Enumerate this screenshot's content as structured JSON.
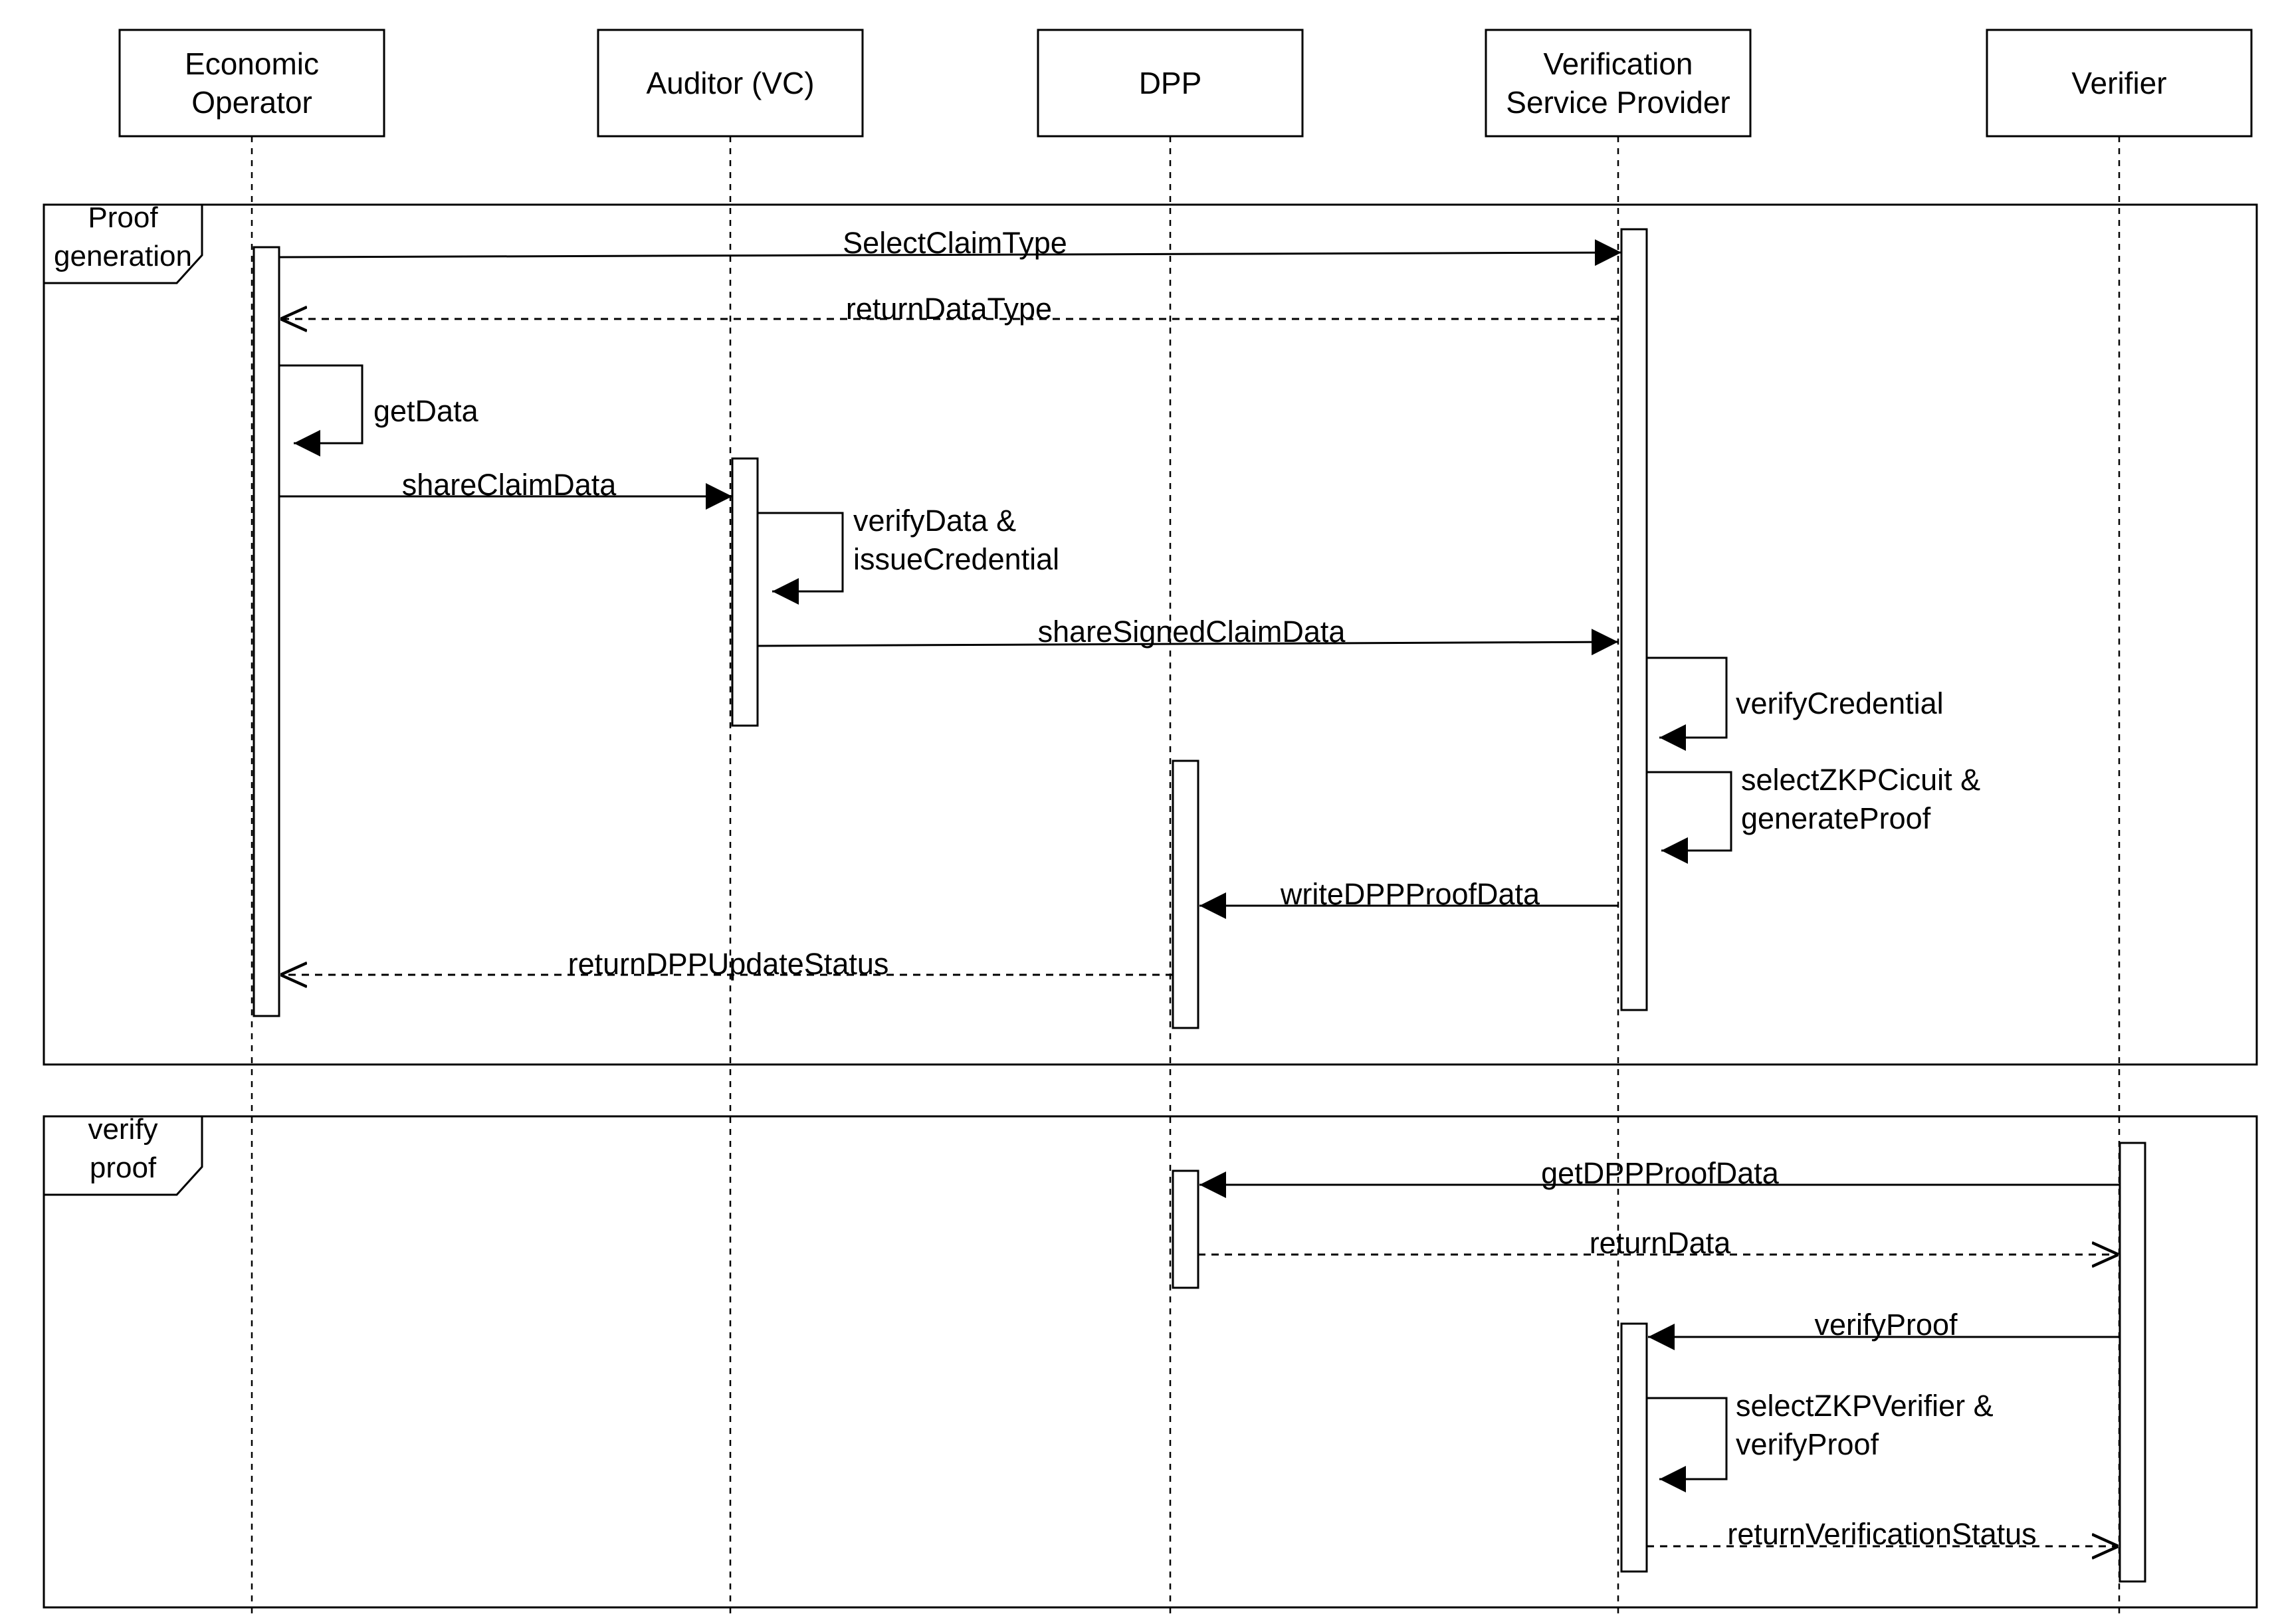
{
  "participants": [
    {
      "id": "eo",
      "label": "Economic\nOperator"
    },
    {
      "id": "auditor",
      "label": "Auditor (VC)"
    },
    {
      "id": "dpp",
      "label": "DPP"
    },
    {
      "id": "vsp",
      "label": "Verification\nService Provider"
    },
    {
      "id": "verifier",
      "label": "Verifier"
    }
  ],
  "frames": [
    {
      "id": "proof-generation",
      "label": "Proof\ngeneration"
    },
    {
      "id": "verify-proof",
      "label": "verify\nproof"
    }
  ],
  "messages": [
    {
      "id": "select-claim-type",
      "label": "SelectClaimType",
      "from": "eo",
      "to": "vsp",
      "kind": "sync"
    },
    {
      "id": "return-data-type",
      "label": "returnDataType",
      "from": "vsp",
      "to": "eo",
      "kind": "return"
    },
    {
      "id": "get-data",
      "label": "getData",
      "from": "eo",
      "to": "eo",
      "kind": "self"
    },
    {
      "id": "share-claim-data",
      "label": "shareClaimData",
      "from": "eo",
      "to": "auditor",
      "kind": "sync"
    },
    {
      "id": "verify-data-issue-credential",
      "label": "verifyData &\nissueCredential",
      "from": "auditor",
      "to": "auditor",
      "kind": "self"
    },
    {
      "id": "share-signed-claim-data",
      "label": "shareSignedClaimData",
      "from": "auditor",
      "to": "vsp",
      "kind": "sync"
    },
    {
      "id": "verify-credential",
      "label": "verifyCredential",
      "from": "vsp",
      "to": "vsp",
      "kind": "self"
    },
    {
      "id": "select-zkp-circuit-generate-proof",
      "label": "selectZKPCicuit &\ngenerateProof",
      "from": "vsp",
      "to": "vsp",
      "kind": "self"
    },
    {
      "id": "write-dpp-proof-data",
      "label": "writeDPPProofData",
      "from": "vsp",
      "to": "dpp",
      "kind": "sync"
    },
    {
      "id": "return-dpp-update-status",
      "label": "returnDPPUpdateStatus",
      "from": "dpp",
      "to": "eo",
      "kind": "return"
    },
    {
      "id": "get-dpp-proof-data",
      "label": "getDPPProofData",
      "from": "verifier",
      "to": "dpp",
      "kind": "sync"
    },
    {
      "id": "return-data",
      "label": "returnData",
      "from": "dpp",
      "to": "verifier",
      "kind": "return"
    },
    {
      "id": "verify-proof-call",
      "label": "verifyProof",
      "from": "verifier",
      "to": "vsp",
      "kind": "sync"
    },
    {
      "id": "select-zkp-verifier-verify-proof",
      "label": "selectZKPVerifier &\nverifyProof",
      "from": "vsp",
      "to": "vsp",
      "kind": "self"
    },
    {
      "id": "return-verification-status",
      "label": "returnVerificationStatus",
      "from": "vsp",
      "to": "verifier",
      "kind": "return"
    }
  ]
}
